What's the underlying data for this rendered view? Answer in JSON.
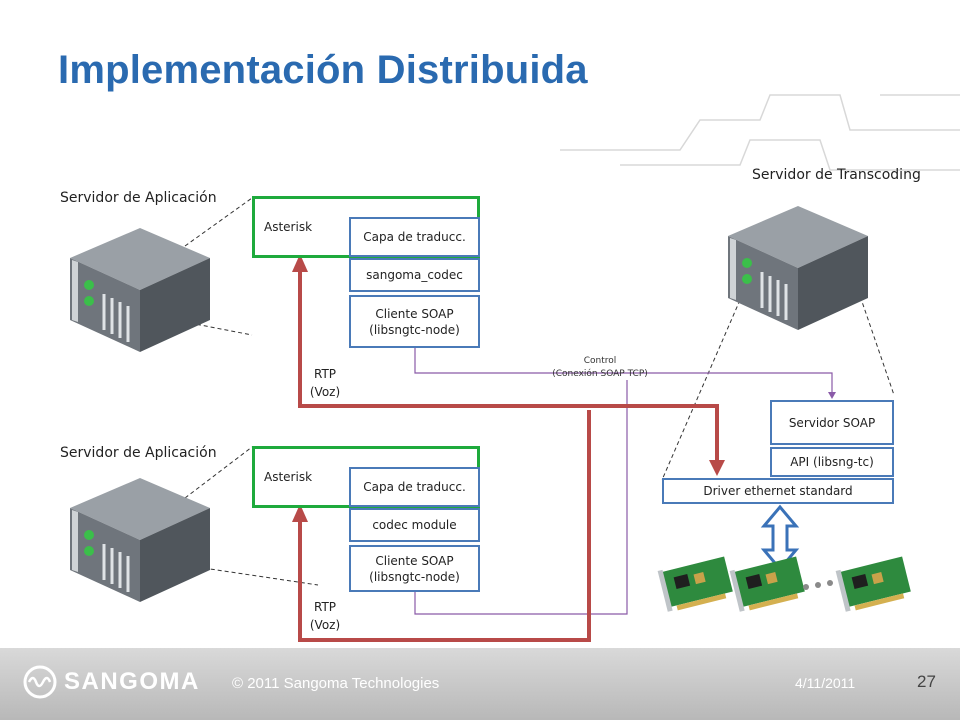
{
  "title": "Implementación Distribuida",
  "app_server_top": {
    "label": "Servidor de Aplicación",
    "asterisk": "Asterisk",
    "layers": [
      "Capa de traducc.",
      "sangoma_codec",
      "Cliente SOAP\n(libsngtc-node)"
    ],
    "rtp": "RTP\n(Voz)"
  },
  "app_server_bottom": {
    "label": "Servidor de Aplicación",
    "asterisk": "Asterisk",
    "layers": [
      "Capa de traducc.",
      "codec module",
      "Cliente SOAP\n(libsngtc-node)"
    ],
    "rtp": "RTP\n(Voz)"
  },
  "transcoding_server": {
    "label": "Servidor de Transcoding",
    "soap_server": "Servidor SOAP",
    "api": "API (libsng-tc)",
    "driver": "Driver ethernet standard"
  },
  "control_label": "Control\n(Conexión SOAP TCP)",
  "footer": {
    "brand": "SANGOMA",
    "copyright": "© 2011 Sangoma Technologies",
    "date": "4/11/2011",
    "page": "27"
  },
  "colors": {
    "title": "#2a6ab0",
    "box_border": "#4a7ab8",
    "asterisk_border": "#1eaa3c",
    "rtp_arrow": "#b84a48",
    "control_line": "#8a5aa8",
    "double_arrow": "#3a72b8"
  }
}
